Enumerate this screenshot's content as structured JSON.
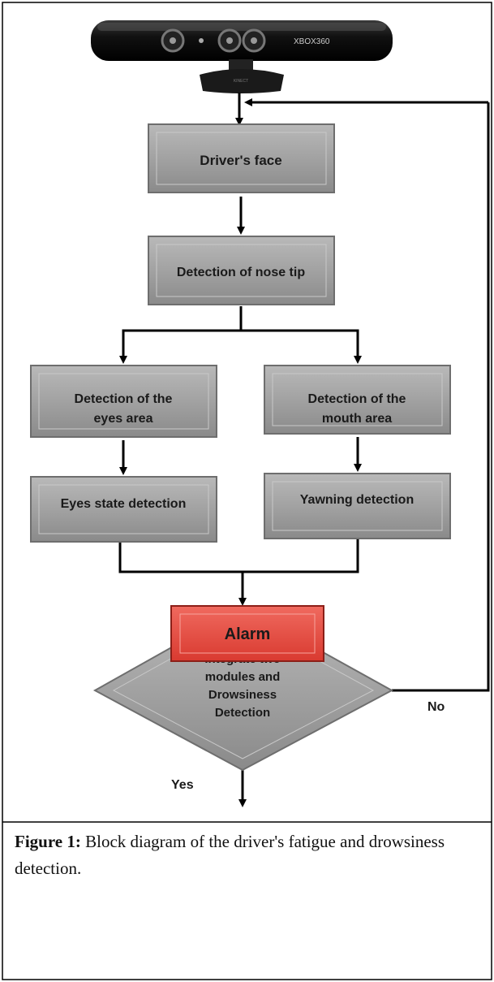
{
  "sensor": {
    "brand": "XBOX360",
    "base_label": "KINECT"
  },
  "nodes": {
    "face": "Driver's face",
    "nose": "Detection of nose tip",
    "eyes_area": [
      "Detection of the",
      "eyes area"
    ],
    "mouth_area": [
      "Detection of the",
      "mouth area"
    ],
    "eyes_state": "Eyes state detection",
    "yawning": "Yawning detection",
    "decision": [
      "Integrate two",
      "modules and",
      "Drowsiness",
      "Detection"
    ],
    "alarm": "Alarm"
  },
  "edge_labels": {
    "yes": "Yes",
    "no": "No"
  },
  "caption": {
    "label": "Figure 1:",
    "text": " Block diagram of the driver's fatigue and drowsiness detection."
  },
  "colors": {
    "box": "#9a9a9a",
    "alarm": "#e8453c",
    "line": "#000000"
  }
}
